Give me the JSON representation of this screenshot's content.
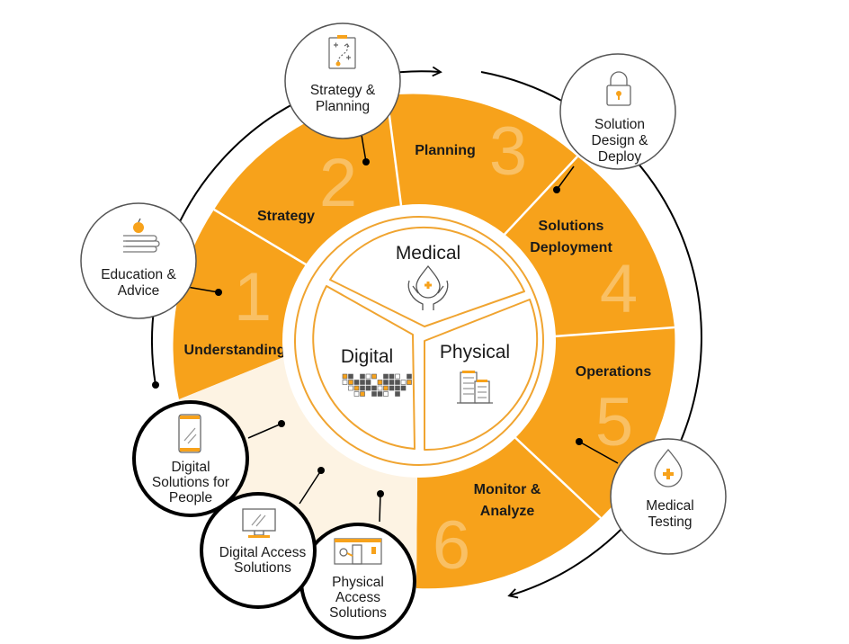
{
  "colors": {
    "accent": "#F7A21B",
    "light_segment": "#FDF3E3",
    "outline": "#F0A430",
    "text": "#1a1a1a"
  },
  "segments": [
    {
      "label": "Understanding",
      "number": "1"
    },
    {
      "label": "Strategy",
      "number": "2"
    },
    {
      "label": "Planning",
      "number": "3"
    },
    {
      "label_lines": [
        "Solutions",
        "Deployment"
      ],
      "number": "4"
    },
    {
      "label": "Operations",
      "number": "5"
    },
    {
      "label_lines": [
        "Monitor &",
        "Analyze"
      ],
      "number": "6"
    }
  ],
  "core": {
    "medical": "Medical",
    "digital": "Digital",
    "physical": "Physical"
  },
  "bubbles": {
    "strategy_planning": {
      "lines": [
        "Strategy &",
        "Planning"
      ],
      "icon": "plan-clipboard-icon"
    },
    "solution_design": {
      "lines": [
        "Solution",
        "Design &",
        "Deploy"
      ],
      "icon": "padlock-icon"
    },
    "education": {
      "lines": [
        "Education &",
        "Advice"
      ],
      "icon": "books-apple-icon"
    },
    "medical_testing": {
      "lines": [
        "Medical",
        "Testing"
      ],
      "icon": "medical-drop-icon"
    },
    "digital_people": {
      "lines": [
        "Digital",
        "Solutions for",
        "People"
      ],
      "icon": "smartphone-icon"
    },
    "digital_access": {
      "lines": [
        "Digital Access",
        "Solutions"
      ],
      "icon": "monitor-icon"
    },
    "physical_access": {
      "lines": [
        "Physical",
        "Access",
        "Solutions"
      ],
      "icon": "door-access-icon"
    }
  }
}
